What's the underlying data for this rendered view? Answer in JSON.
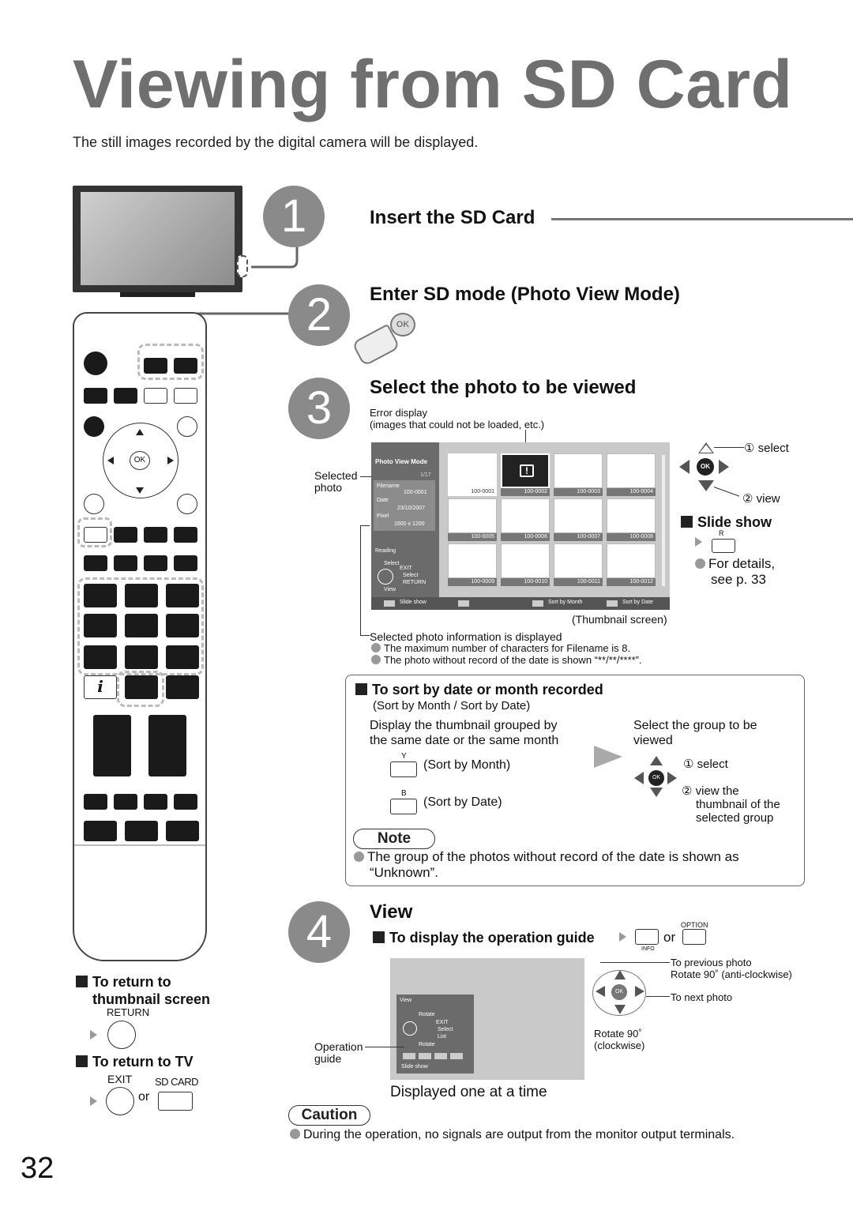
{
  "header": {
    "title": "Viewing from SD Card",
    "subtitle": "The still images recorded by the digital camera will be displayed."
  },
  "steps": [
    {
      "number": "1",
      "title": "Insert the SD Card"
    },
    {
      "number": "2",
      "title": "Enter SD mode (Photo View Mode)"
    },
    {
      "number": "3",
      "title": "Select the photo to be viewed"
    },
    {
      "number": "4",
      "title": "View"
    }
  ],
  "step2": {
    "ok_label": "OK"
  },
  "step3": {
    "error_display": "Error display",
    "error_display_note": "(images that could not be loaded, etc.)",
    "selected_label_1": "Selected",
    "selected_label_2": "photo",
    "thumbnail_caption": "(Thumbnail screen)",
    "selected_info": "Selected photo information is displayed",
    "notes": [
      "The maximum number of characters for Filename is 8.",
      "The photo without record of the date is shown “**/**/****”."
    ],
    "select_label": "① select",
    "view_label": "② view",
    "slideshow_title": "Slide show",
    "slideshow_key": "R",
    "slideshow_details_1": "For details,",
    "slideshow_details_2": "see p. 33"
  },
  "photo_view_screen": {
    "mode_title": "Photo View Mode",
    "counter": "1/17",
    "info": {
      "filename_label": "Filename",
      "filename_value": "100-0001",
      "date_label": "Date",
      "date_value": "23/10/2007",
      "pixel_label": "Pixel",
      "pixel_value": "1600 x 1200"
    },
    "reading": "Reading",
    "select": "Select",
    "exit": "EXIT",
    "select2": "Select",
    "return": "RETURN",
    "view": "View",
    "thumbs": [
      "100-0001",
      "100-0002",
      "100-0003",
      "100-0004",
      "100-0005",
      "100-0006",
      "100-0007",
      "100-0008",
      "100-0009",
      "100-0010",
      "100-0011",
      "100-0012"
    ],
    "bottom": {
      "slideshow": "Slide show",
      "sort_month": "Sort by Month",
      "sort_date": "Sort by Date"
    }
  },
  "sort_box": {
    "title": "To sort by date or month recorded",
    "sub": "(Sort by Month / Sort by Date)",
    "left_1": "Display the thumbnail grouped by",
    "left_2": "the same date or the same month",
    "right_1": "Select the group to be",
    "right_2": "viewed",
    "y_key": "Y",
    "y_label": "(Sort by Month)",
    "b_key": "B",
    "b_label": "(Sort by Date)",
    "select_label": "① select",
    "view_1": "② view the",
    "view_2": "thumbnail of the",
    "view_3": "selected group",
    "note_tag": "Note",
    "note_1": "The group of the photos without record of the date is shown as",
    "note_2": "“Unknown”."
  },
  "step4": {
    "guide_label": "To display the operation guide",
    "or": "or",
    "option_key": "OPTION",
    "info_key": "INFO",
    "prev_photo": "To previous photo",
    "rotate_acw": "Rotate 90˚ (anti-clockwise)",
    "next_photo": "To next photo",
    "rotate_cw_1": "Rotate 90˚",
    "rotate_cw_2": "(clockwise)",
    "operation_1": "Operation",
    "operation_2": "guide",
    "displayed": "Displayed one at a time",
    "guide_panel": {
      "view": "View",
      "rotate": "Rotate",
      "exit": "EXIT",
      "select": "Select",
      "list": "List",
      "rotate2": "Rotate",
      "slideshow": "Slide show"
    }
  },
  "left_col": {
    "return_thumb_1": "To return to",
    "return_thumb_2": "thumbnail screen",
    "return_key": "RETURN",
    "return_tv": "To return to TV",
    "exit_key": "EXIT",
    "sdcard_key": "SD CARD",
    "or": "or",
    "remote_ok": "OK",
    "info_icon": "i"
  },
  "caution": {
    "tag": "Caution",
    "text": "During the operation, no signals are output from the monitor output terminals."
  },
  "page_number": "32"
}
